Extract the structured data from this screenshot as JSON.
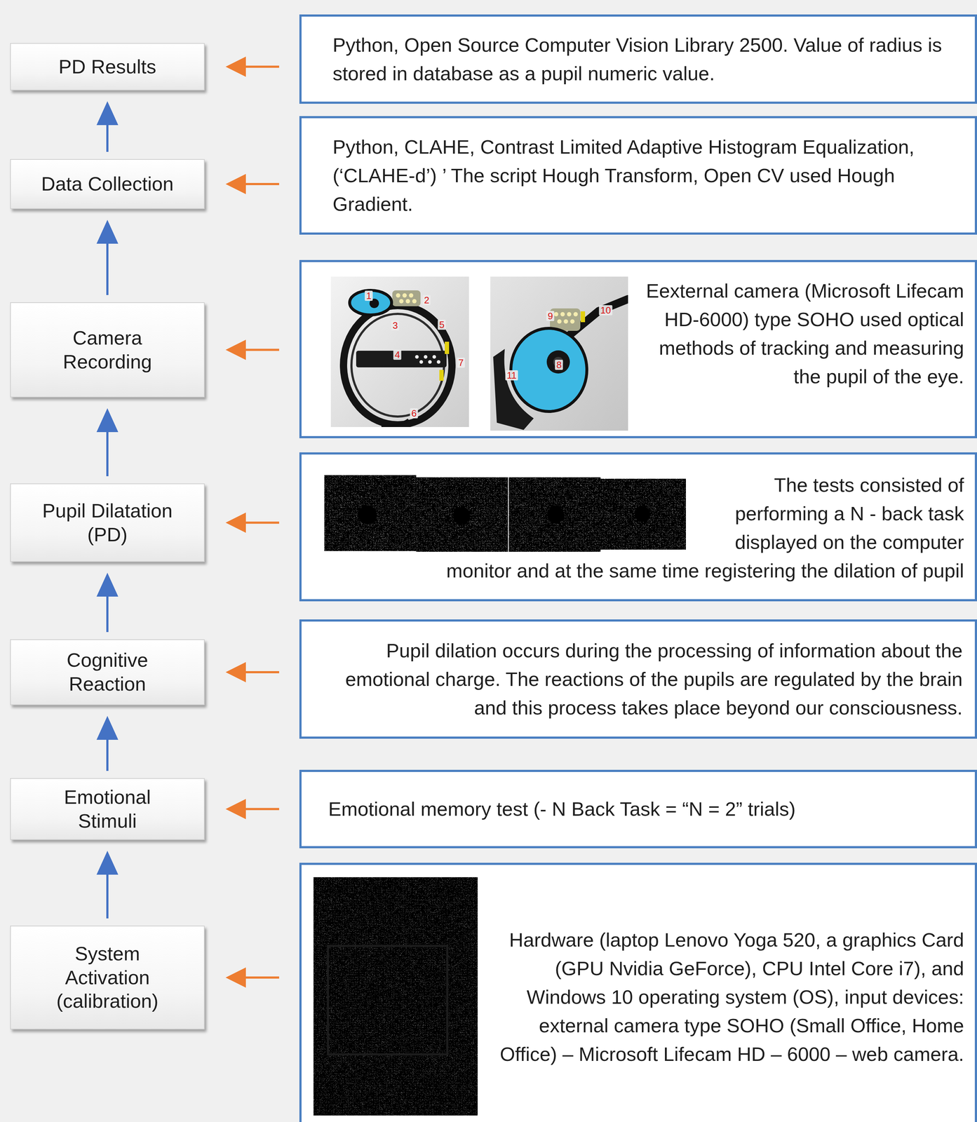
{
  "diagram": {
    "nodes": [
      {
        "text": [
          "PD Results"
        ]
      },
      {
        "text": [
          "Python, Open Source Computer Vision Library 2500. Value of radius is stored in database as a pupil numeric value."
        ]
      },
      {
        "text": [
          "Data Collection"
        ]
      },
      {
        "text": [
          "Python, CLAHE, Contrast Limited Adaptive Histogram Equalization, (‘CLAHE-d’) ’ The script Hough Transform, Open CV used Hough Gradient."
        ]
      },
      {
        "text": [
          "Camera Recording"
        ]
      },
      {
        "text": [
          "Eexternal camera (Microsoft Lifecam HD-6000) type SOHO used optical methods of tracking and measuring the pupil of the eye."
        ]
      },
      {
        "text": [
          "Pupil Dilatation (PD)"
        ]
      },
      {
        "text": [
          "The tests consisted of performing a N - back task displayed on the computer monitor and at the same time registering the dilation of pupil"
        ]
      },
      {
        "text": [
          "Cognitive Reaction"
        ]
      },
      {
        "text": [
          "Pupil dilation occurs during the processing of information about the emotional charge. The reactions of the pupils are regulated by the brain and this process takes place beyond our consciousness."
        ]
      },
      {
        "text": [
          "Emotional Stimuli"
        ]
      },
      {
        "text": [
          "Emotional memory test (- N Back Task = “N = 2” trials)"
        ]
      },
      {
        "text": [
          "System Activation (calibration)"
        ]
      },
      {
        "text": [
          "Hardware (laptop Lenovo Yoga 520, a graphics Card (GPU Nvidia GeForce), CPU Intel Core i7), and Windows 10 operating system (OS), input devices: external camera type SOHO (Small Office, Home Office) – Microsoft Lifecam HD – 6000 – web camera."
        ]
      }
    ],
    "edges": [
      {
        "from": 1,
        "to": 0,
        "arrow": "to"
      },
      {
        "from": 3,
        "to": 2,
        "arrow": "to"
      },
      {
        "from": 5,
        "to": 4,
        "arrow": "to"
      },
      {
        "from": 7,
        "to": 6,
        "arrow": "to"
      },
      {
        "from": 9,
        "to": 8,
        "arrow": "to"
      },
      {
        "from": 11,
        "to": 10,
        "arrow": "to"
      },
      {
        "from": 13,
        "to": 12,
        "arrow": "to"
      },
      {
        "from": 2,
        "to": 0,
        "arrow": "to"
      },
      {
        "from": 4,
        "to": 2,
        "arrow": "to"
      },
      {
        "from": 6,
        "to": 4,
        "arrow": "to"
      },
      {
        "from": 8,
        "to": 6,
        "arrow": "to"
      },
      {
        "from": 10,
        "to": 8,
        "arrow": "to"
      },
      {
        "from": 12,
        "to": 10,
        "arrow": "to"
      }
    ],
    "labels": [
      "1",
      "2",
      "3",
      "4",
      "5",
      "6",
      "7",
      "9",
      "10",
      "8",
      "11"
    ]
  }
}
